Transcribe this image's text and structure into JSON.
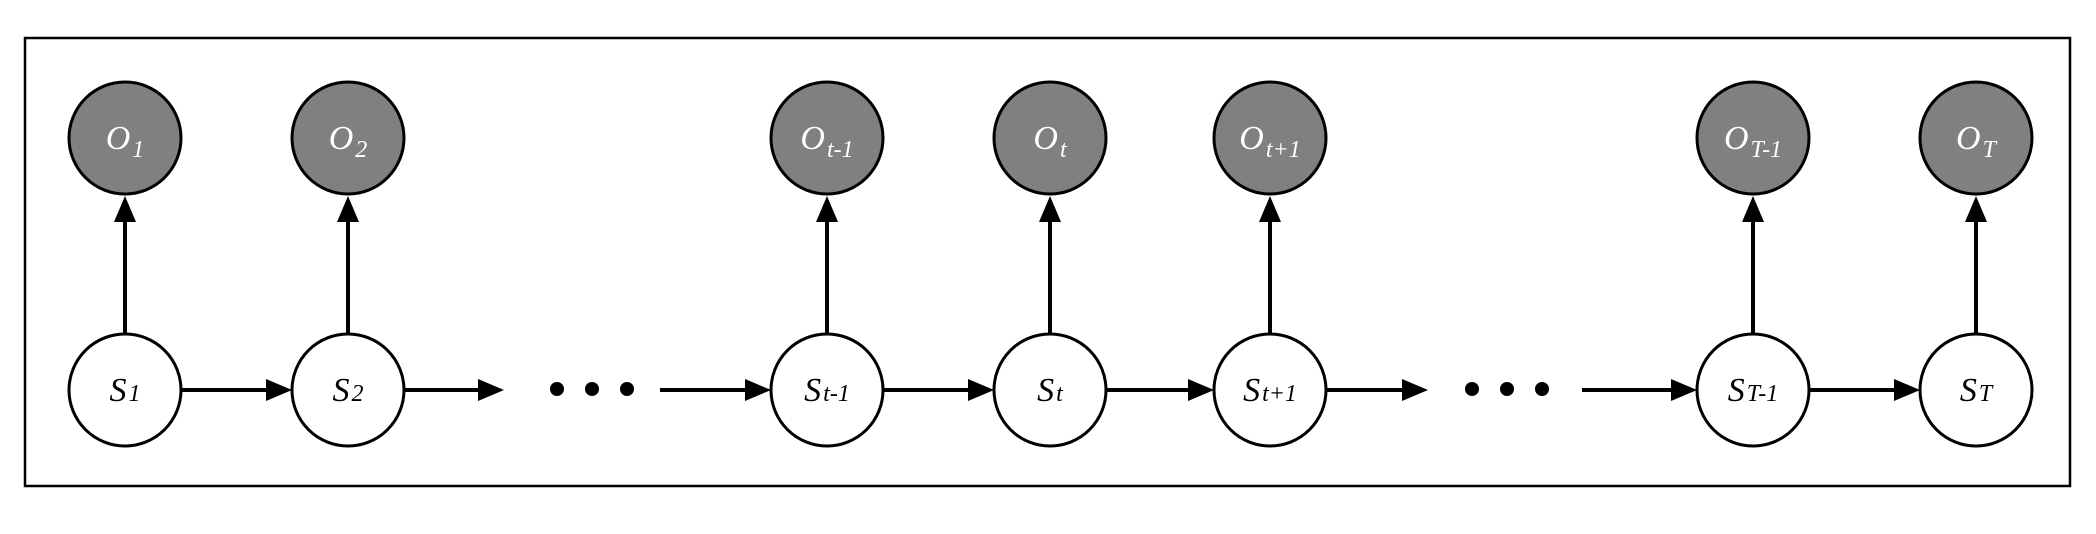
{
  "colors": {
    "observation_fill": "#808080",
    "state_fill": "#ffffff",
    "stroke": "#000000",
    "observation_text": "#ffffff",
    "state_text": "#000000"
  },
  "observations": [
    {
      "base": "O",
      "sub": "1"
    },
    {
      "base": "O",
      "sub": "2"
    },
    {
      "base": "O",
      "sub": "t-1"
    },
    {
      "base": "O",
      "sub": "t"
    },
    {
      "base": "O",
      "sub": "t+1"
    },
    {
      "base": "O",
      "sub": "T-1"
    },
    {
      "base": "O",
      "sub": "T"
    }
  ],
  "states": [
    {
      "base": "S",
      "sub": "1"
    },
    {
      "base": "S",
      "sub": "2"
    },
    {
      "base": "S",
      "sub": "t-1"
    },
    {
      "base": "S",
      "sub": "t"
    },
    {
      "base": "S",
      "sub": "t+1"
    },
    {
      "base": "S",
      "sub": "T-1"
    },
    {
      "base": "S",
      "sub": "T"
    }
  ],
  "ellipsis": "•••"
}
